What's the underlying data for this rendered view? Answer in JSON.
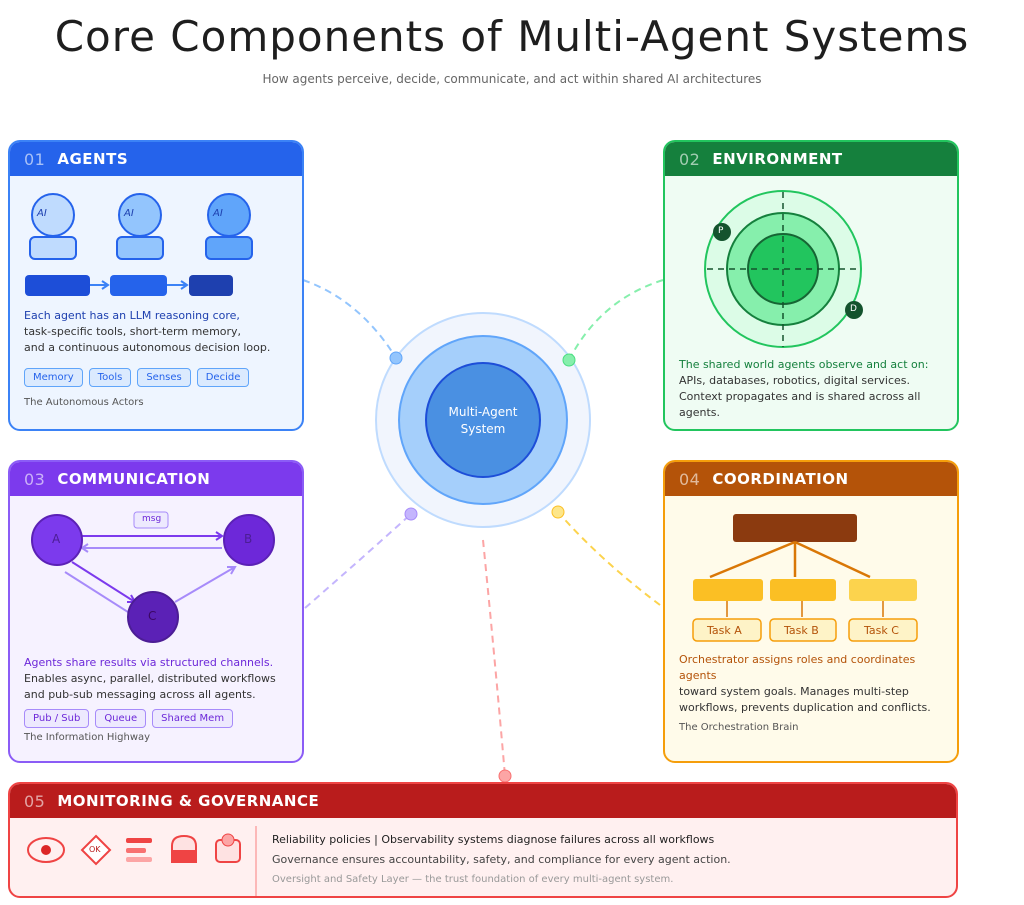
{
  "title": "Core Components of Multi-Agent Systems",
  "subtitle": "How agents perceive, decide, communicate, and act within shared AI architectures",
  "center": {
    "line1": "Multi-Agent",
    "line2": "System"
  },
  "agents": {
    "num": "01",
    "title": "AGENTS",
    "ai": "AI",
    "lead": "Each agent has an LLM reasoning core,",
    "body1": "task-specific tools, short-term memory,",
    "body2": "and a continuous autonomous decision loop.",
    "chips": [
      "Memory",
      "Tools",
      "Senses",
      "Decide"
    ],
    "caption": "The Autonomous Actors",
    "color": "#2563eb"
  },
  "environment": {
    "num": "02",
    "title": "ENVIRONMENT",
    "p": "P",
    "d": "D",
    "lead": "The shared world agents observe and act on:",
    "body1": "APIs, databases, robotics, digital services.",
    "body2": "Context propagates and is shared across all",
    "body3": "agents.",
    "color": "#15803d"
  },
  "communication": {
    "num": "03",
    "title": "COMMUNICATION",
    "a": "A",
    "b": "B",
    "c": "C",
    "msg": "msg",
    "lead": "Agents share results via structured channels.",
    "body1": "Enables async, parallel, distributed workflows",
    "body2": "and pub-sub messaging across all agents.",
    "chips": [
      "Pub / Sub",
      "Queue",
      "Shared Mem"
    ],
    "caption": "The Information Highway",
    "color": "#7c3aed"
  },
  "coordination": {
    "num": "04",
    "title": "COORDINATION",
    "tasks": [
      "Task A",
      "Task B",
      "Task C"
    ],
    "lead1": "Orchestrator assigns roles and coordinates",
    "lead2": "agents",
    "body1": "toward system goals. Manages multi-step",
    "body2": "workflows, prevents duplication and conflicts.",
    "caption": "The Orchestration Brain",
    "color": "#b45309"
  },
  "monitoring": {
    "num": "05",
    "title": "MONITORING & GOVERNANCE",
    "ok": "OK",
    "line1": "Reliability policies  |  Observability systems diagnose failures across all workflows",
    "line2": "Governance ensures accountability, safety, and compliance for every agent action.",
    "line3": "Oversight and Safety Layer — the trust foundation of every multi-agent system.",
    "color": "#b91c1c"
  }
}
